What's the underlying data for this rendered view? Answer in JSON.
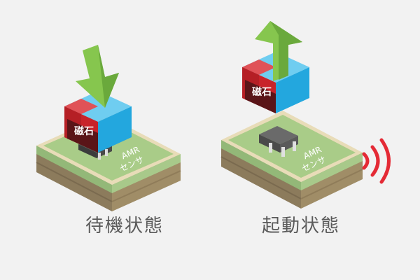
{
  "left": {
    "magnet_label": "磁石",
    "sensor_label_line1": "AMR",
    "sensor_label_line2": "センサ",
    "caption": "待機状態"
  },
  "right": {
    "magnet_label": "磁石",
    "sensor_label_line1": "AMR",
    "sensor_label_line2": "センサ",
    "caption": "起動状態"
  },
  "colors": {
    "background": "#f2f2f2",
    "arrow_green": "#7fc24a",
    "magnet_red": "#d42a2f",
    "magnet_blue": "#29b0e4",
    "board_top": "#9cc27a",
    "soil": "#8a7a5e",
    "signal_red": "#e42a35"
  }
}
